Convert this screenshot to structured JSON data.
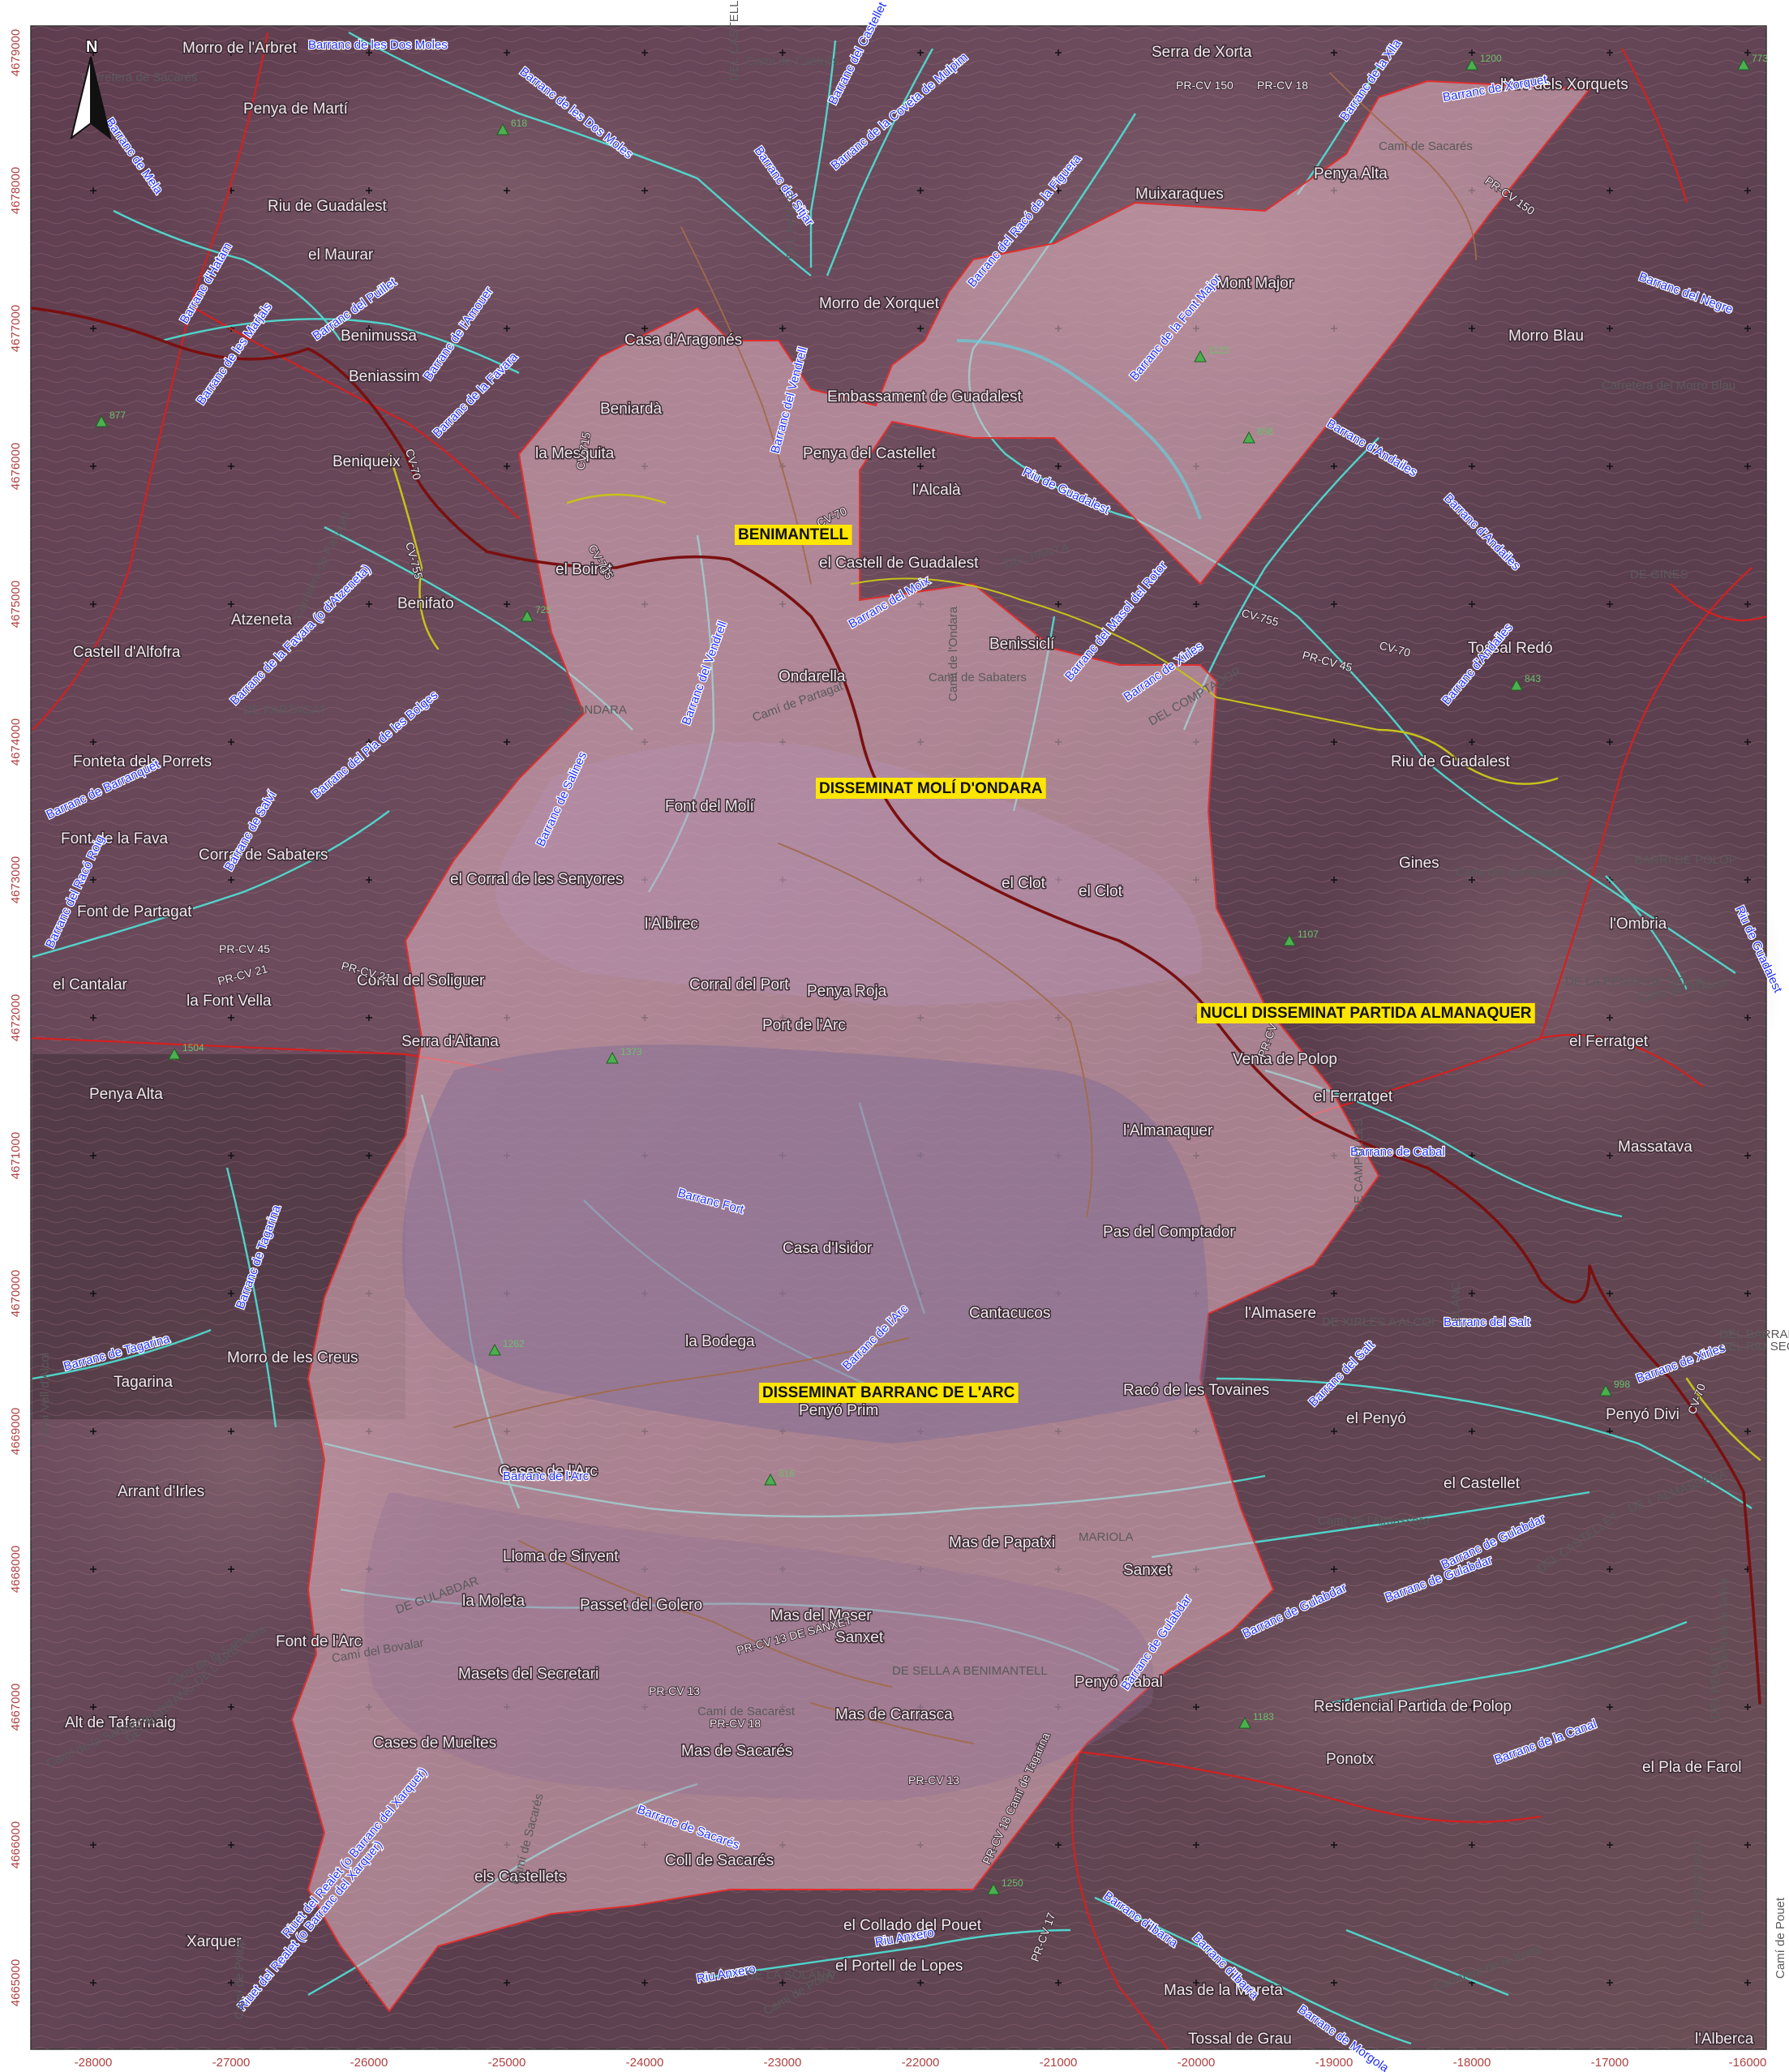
{
  "north_arrow": "N",
  "axes": {
    "x_ticks": [
      "-28000",
      "-27000",
      "-26000",
      "-25000",
      "-24000",
      "-23000",
      "-22000",
      "-21000",
      "-20000",
      "-19000",
      "-18000",
      "-17000",
      "-16000"
    ],
    "y_ticks": [
      "4679000",
      "4678000",
      "4677000",
      "4676000",
      "4675000",
      "4674000",
      "4673000",
      "4672000",
      "4671000",
      "4670000",
      "4669000",
      "4668000",
      "4667000",
      "4666000",
      "4665000"
    ]
  },
  "nuclei": [
    {
      "label": "BENIMANTELL"
    },
    {
      "label": "DISSEMINAT MOLÍ D'ONDARA"
    },
    {
      "label": "NUCLI DISSEMINAT PARTIDA ALMANAQUER"
    },
    {
      "label": "DISSEMINAT BARRANC DE L'ARC"
    }
  ],
  "places": [
    "Morro de l'Arbret",
    "Serra de Xorta",
    "l'Arc dels Xorquets",
    "Penya de Martí",
    "Penya Alta",
    "Muixaraques",
    "Riu de Guadalest",
    "el Maurar",
    "Mont Major",
    "Morro de Xorquet",
    "Morro Blau",
    "Benimussa",
    "Casa d'Aragonés",
    "Beniassim",
    "Embassament de Guadalest",
    "Beniardà",
    "la Mesquita",
    "Beniqueix",
    "Penya del Castellet",
    "l'Alcalà",
    "el Castell de Guadalest",
    "el Boiret",
    "Benifato",
    "Atzeneta",
    "Castell d'Alfofra",
    "Benissiclí",
    "Tossal Redó",
    "Ondarella",
    "Fonteta dels Porrets",
    "Font del Molí",
    "Riu de Guadalest",
    "Font de la Fava",
    "Corral de Sabaters",
    "el Corral de les Senyores",
    "Gines",
    "el Clot",
    "el Clot",
    "l'Albirec",
    "l'Ombria",
    "Font de Partagat",
    "el Cantalar",
    "la Font Vella",
    "Corral del Soliguer",
    "Corral del Port",
    "Penya Roja",
    "Port de l'Arc",
    "el Ferratget",
    "Serra d'Aitana",
    "Venta de Polop",
    "el Ferratget",
    "Penya Alta",
    "l'Almanaquer",
    "Massatava",
    "Pas del Comptador",
    "Casa d'Isidor",
    "Cantacucos",
    "l'Almasere",
    "Morro de les Creus",
    "la Bodega",
    "Tagarina",
    "Racó de les Tovaines",
    "Penyó Prim",
    "Penyó Divi",
    "el Penyó",
    "Cases de l'Arc",
    "Arrant d'Irles",
    "el Castellet",
    "Lloma de Sirvent",
    "Mas de Papatxi",
    "Sanxet",
    "la Moleta",
    "Passet del Golero",
    "Mas del Moser",
    "Sanxet",
    "Font de l'Arc",
    "Masets del Secretari",
    "Penyó Cabal",
    "Residencial Partida de Polop",
    "Alt de Tafarmaig",
    "Mas de Carrasca",
    "Ponotx",
    "Cases de Mueltes",
    "Mas de Sacarés",
    "el Pla de Farol",
    "Coll de Sacarés",
    "els Castellets",
    "Xarquer",
    "el Collado del Pouet",
    "el Portell de Lopes",
    "Mas de la Moreta",
    "Tossal de Grau",
    "l'Alberca"
  ],
  "streams": [
    "Barranc de les Dos Moles",
    "Barranc de les Dos Moles",
    "Barranc del Castellet",
    "Barranc de la Coveta de Mulpim",
    "Barranc de la Xlla",
    "Barranc de Xorquet",
    "Barranc de Mela",
    "Barranc del Sitjar",
    "Barranc del Racó de la Figuera",
    "Barranc d'Hatam",
    "Barranc de les Marjals",
    "Barranc del Puillet",
    "Barranc de l'Amouer",
    "Barranc de la Font Major",
    "Barranc del Negre",
    "Barranc de la Favara",
    "Barranc del Vendrell",
    "Riu de Guadalest",
    "Barranc d'Andailes",
    "Barranc d'Andailes",
    "Barranc del Moix",
    "Barranc del Masol del Rotor",
    "Barranc de Xirles",
    "Barranc de la Favara (o d'Atzeneta)",
    "Barranc del Vendrell",
    "Barranc del Pla de les Bolges",
    "Barranc d'Andailes",
    "Barranc de Salines",
    "Barranc de Barranquet",
    "Barranc de Salví",
    "Barranc del Racó Roig",
    "Riu de Guadalest",
    "Barranc de Cabal",
    "Barranc Fort",
    "Barranc de Tagarina",
    "Barranc de l'Arc",
    "Barranc de Tagarina",
    "Barranc del Salt",
    "Barranc del Salt",
    "Barranc de Xirles",
    "Barranc de l'Arc",
    "Barranc de Gulabdar",
    "Barranc de Gulabdar",
    "Barranc de Gulabdar",
    "Barranc de Gulabdar",
    "Barranc de la Canal",
    "Barranc de Sacarés",
    "Riuet del Realet (o Barranc del Xarquer)",
    "Riuet del Realet (o Barranc del Xarquer)",
    "Riu Anxero",
    "Riu Anxero",
    "Barranc d'Ibarra",
    "Barranc d'Ibarra",
    "Barranc de Morgola"
  ],
  "routes": [
    "PR-CV 150",
    "PR-CV 18",
    "PR-CV 150",
    "CV-70",
    "CV-715",
    "CV-755",
    "CV-70",
    "CV-755",
    "CV-70",
    "PR-CV 45",
    "PR-CV 45",
    "PR-CV 21",
    "PR-CV 21",
    "PR-CV 18",
    "PR-CV 18",
    "PR-CV 18 Camí de Tagarina",
    "PR-CV 13",
    "PR-CV 13 DE SANXET",
    "PR-CV 17",
    "PR-CV 13",
    "CV-715",
    "CV-70"
  ],
  "dark_labels": [
    "Camí de Castells",
    "DEL CASTELLET",
    "Camí de Sacarés",
    "DEL PANTÀ",
    "DEL PANTÀ",
    "D'ONDARA",
    "Camí de Partagat",
    "Carretera de Partagat",
    "DE PARTAGAT",
    "Camí de Sabaters",
    "Camí de l'Ondara",
    "Camí del Comptador",
    "DEL COMPTADOR",
    "DE GINES",
    "BLANC",
    "DEL BARRANC FORT",
    "DEL RIU SEC",
    "DE CAMPULLES",
    "DE XIRLES A ALCOI",
    "DE L'ALMASSERA",
    "Camí de l'Almassera",
    "DEL CASTELLET",
    "DE GULABDAR",
    "Camí del Bovalar",
    "Camí de la Sabatera",
    "DEL BARRANC DE L'ARC",
    "Camí de la Sabatera",
    "DE SELLA A BENIMANTELL",
    "Camí de Sacarest",
    "Camí de Sacarés",
    "DE LA SOLANA",
    "Camí de Polop",
    "Camí de Polop",
    "Camí de Pouet",
    "DEL REALET",
    "DEL PENEDRAT",
    "Camí de la Selva",
    "MARIOLA",
    "BARRI DE POLOP",
    "Camí Vell d'Alcoi",
    "Camí Vell d'Alcoi",
    "DE LA PENYA DE SELLA",
    "Carretera de la Xortà",
    "Carretera del Morro Blau",
    "Carretera de Sacarés"
  ],
  "peaks": [
    "1200",
    "773",
    "618",
    "877",
    "858",
    "725",
    "1123",
    "1504",
    "1373",
    "1107",
    "843",
    "1262",
    "1183",
    "998",
    "816",
    "1250"
  ],
  "colors": {
    "terrain_dark": "#5a3a4b",
    "terrain_mid": "#7c5a67",
    "zone_fill": "#e8b8c4",
    "zone_stroke": "#e03030",
    "stream_line": "#4fe3d6",
    "municipal_boundary": "#d42020",
    "road": "#7a1010",
    "highlight": "#ffe600"
  }
}
